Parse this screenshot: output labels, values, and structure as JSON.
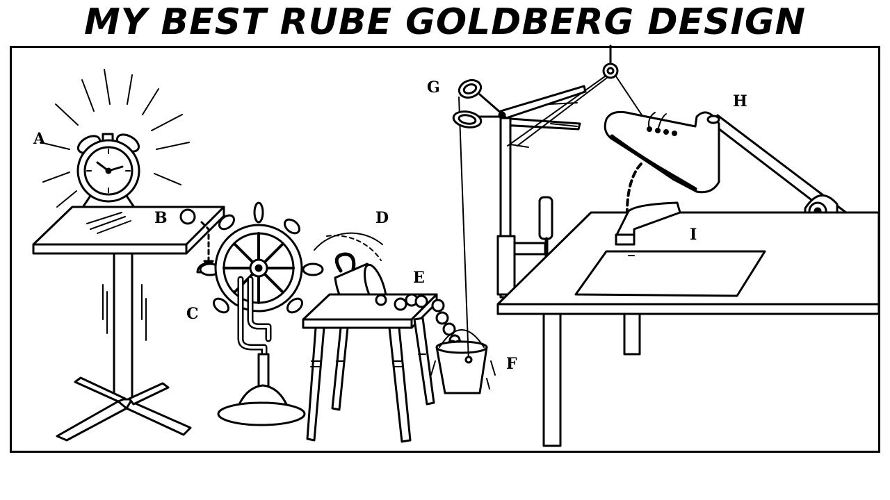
{
  "title": "MY BEST RUBE GOLDBERG DESIGN",
  "labels": {
    "a": "A",
    "b": "B",
    "c": "C",
    "d": "D",
    "e": "E",
    "f": "F",
    "g": "G",
    "h": "H",
    "i": "I"
  },
  "colors": {
    "ink": "#000000",
    "paper": "#ffffff"
  }
}
